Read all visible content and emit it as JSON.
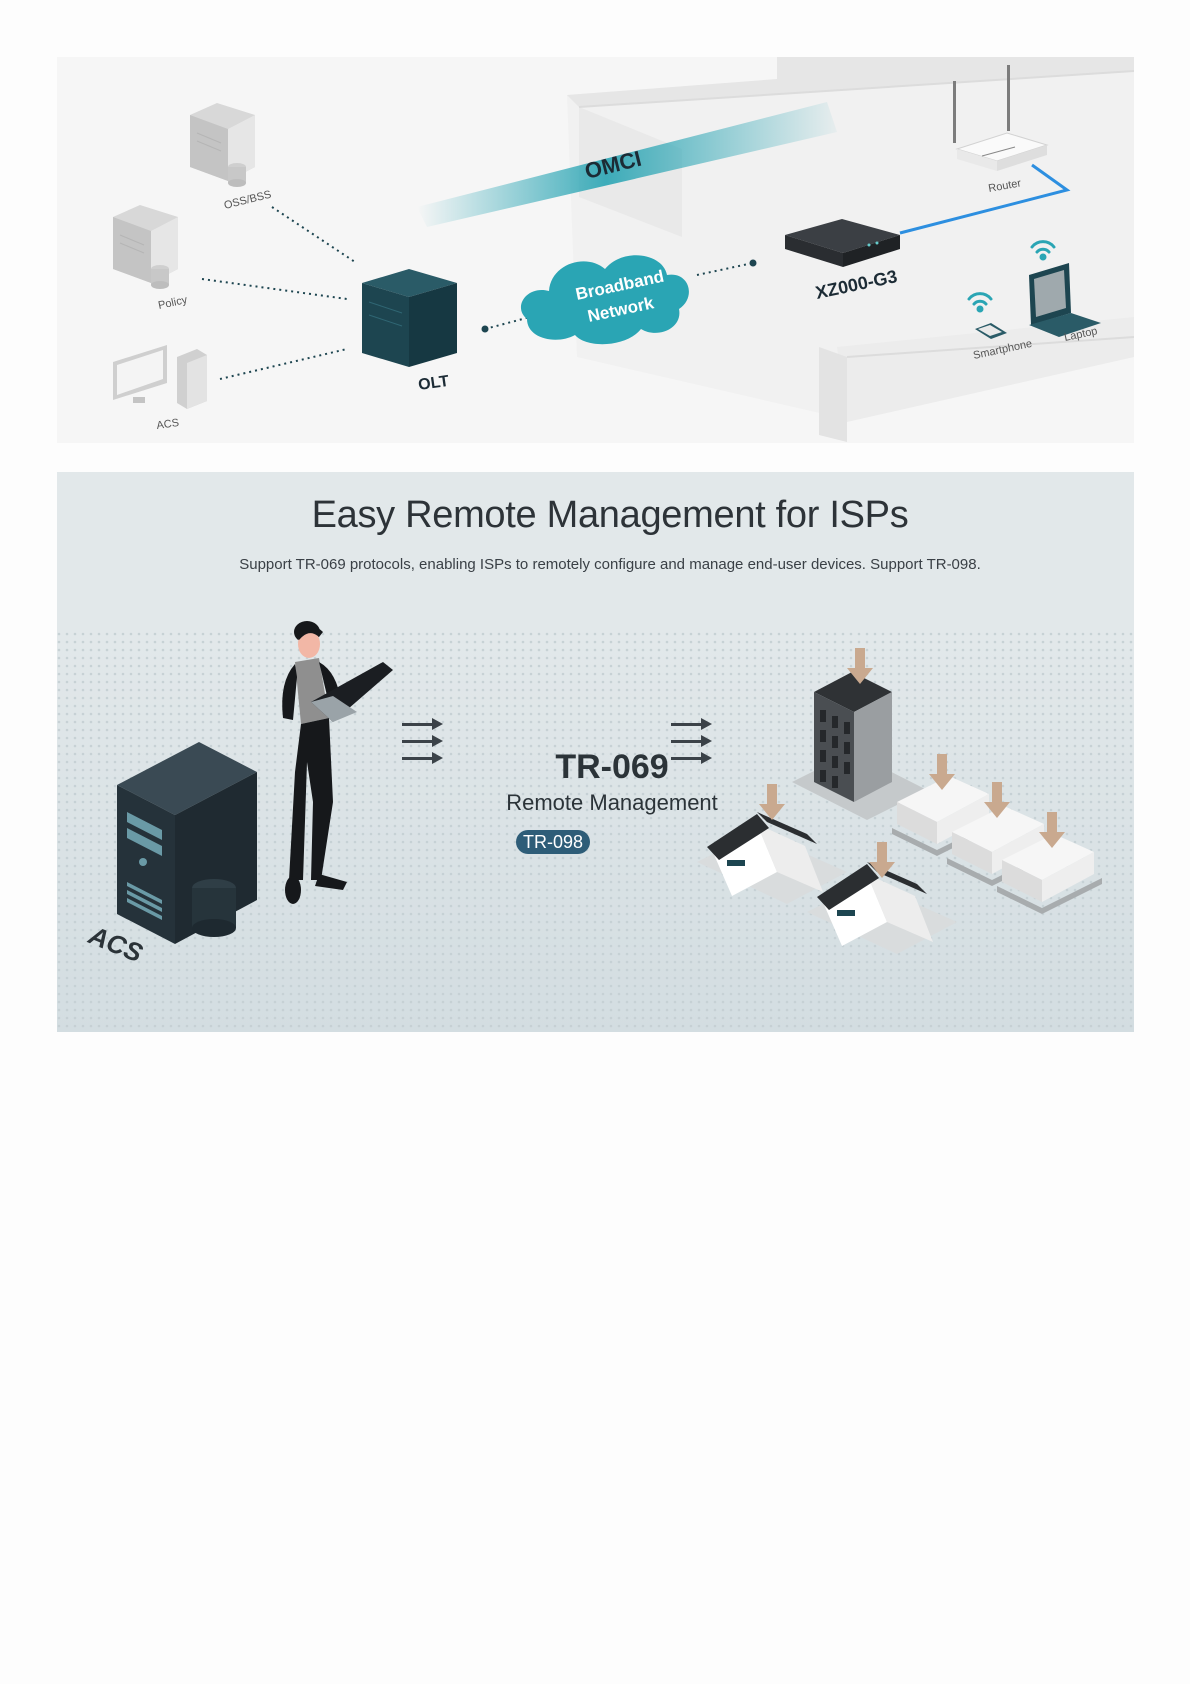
{
  "topology": {
    "omci_label": "OMCI",
    "oss_bss_label": "OSS/BSS",
    "policy_label": "Policy",
    "acs_label": "ACS",
    "olt_label": "OLT",
    "cloud_line1": "Broadband",
    "cloud_line2": "Network",
    "device_label": "XZ000-G3",
    "router_label": "Router",
    "smartphone_label": "Smartphone",
    "laptop_label": "Laptop"
  },
  "management": {
    "title": "Easy Remote Management for ISPs",
    "subtitle": "Support TR-069 protocols, enabling ISPs to remotely configure and manage end-user devices. Support TR-098.",
    "protocol": "TR-069",
    "protocol_desc": "Remote Management",
    "badge": "TR-098",
    "acs_label": "ACS"
  },
  "colors": {
    "teal": "#2aa5b4",
    "dark_teal": "#1d4550",
    "link_blue": "#2d8fe0",
    "badge": "#2e5d78"
  }
}
